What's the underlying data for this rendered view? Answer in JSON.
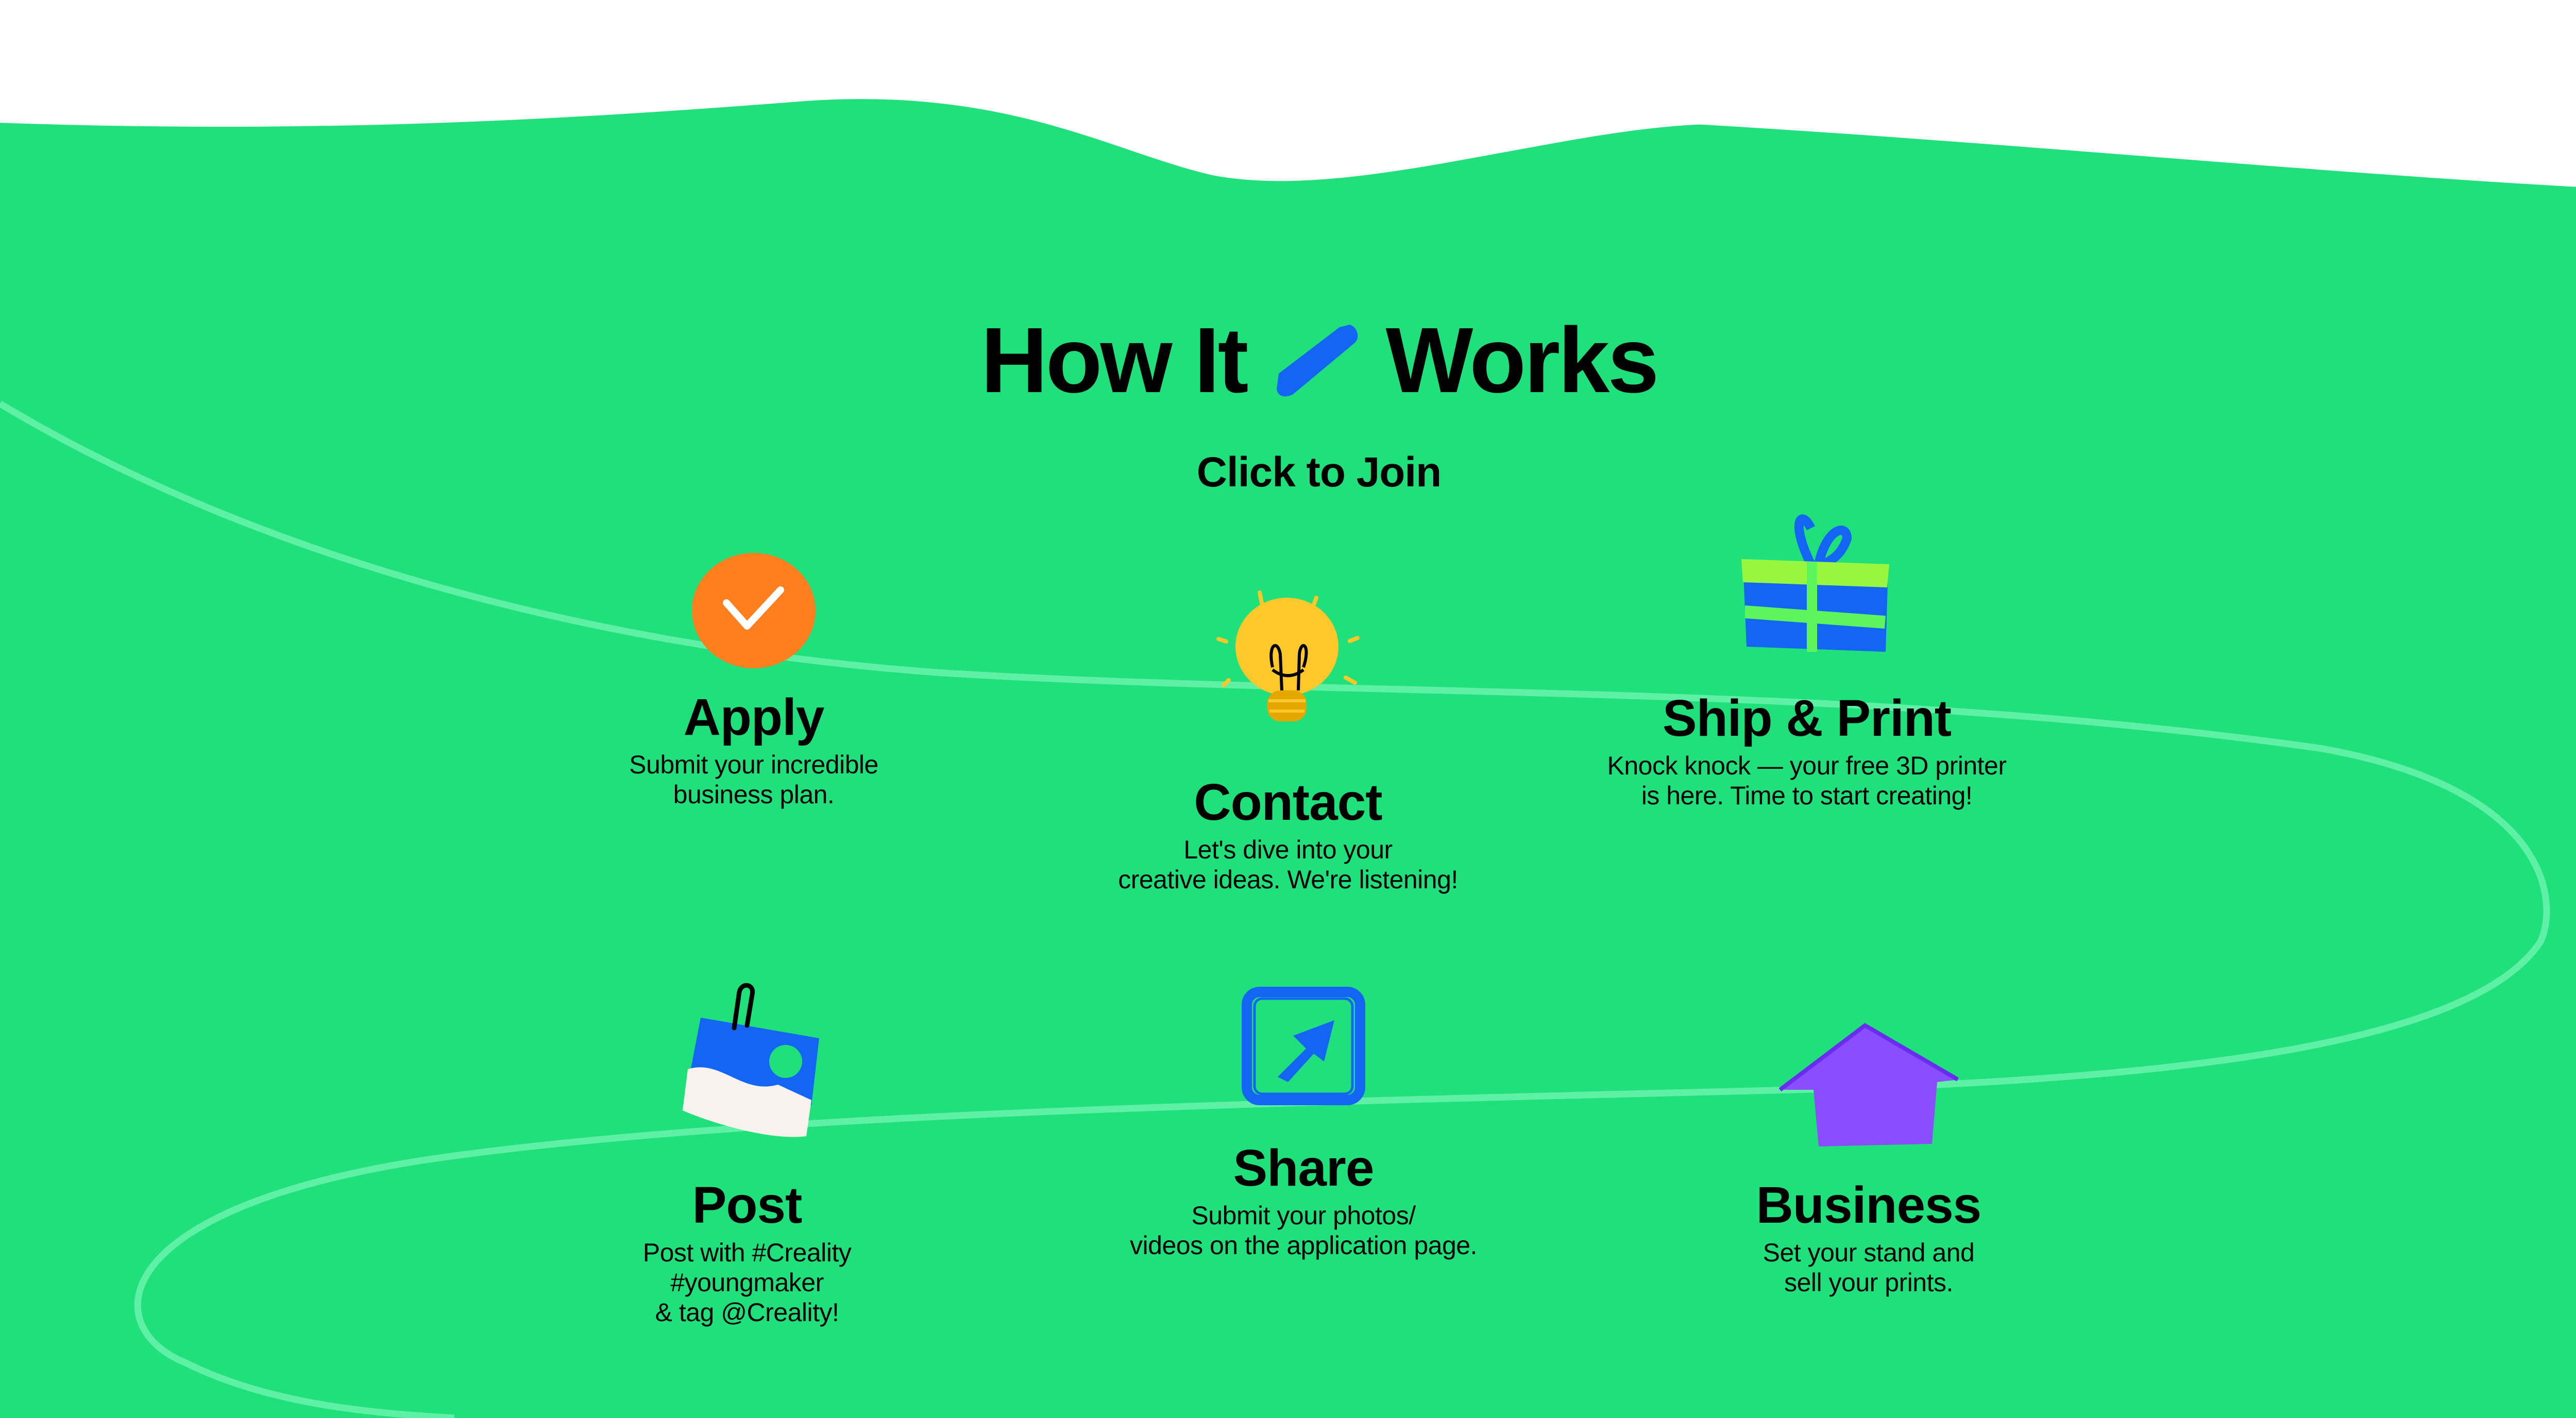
{
  "header": {
    "title_part1": "How It",
    "title_part2": "Works",
    "subtitle": "Click to Join"
  },
  "colors": {
    "background": "#20e07c",
    "path_line": "#5ef0a4",
    "accent_blue": "#1565f5",
    "orange": "#ff7f1e",
    "yellow": "#ffc82a",
    "purple": "#8a4dff",
    "lime": "#97f73e"
  },
  "steps": [
    {
      "icon": "checkmark-circle-icon",
      "title": "Apply",
      "lines": [
        "Submit your incredible",
        "business plan."
      ]
    },
    {
      "icon": "lightbulb-icon",
      "title": "Contact",
      "lines": [
        "Let's dive into your",
        "creative ideas. We're listening!"
      ]
    },
    {
      "icon": "gift-icon",
      "title": "Ship & Print",
      "lines": [
        "Knock knock — your free 3D printer",
        "is here. Time to start creating!"
      ]
    },
    {
      "icon": "photo-icon",
      "title": "Post",
      "lines": [
        "Post with #Creality",
        "#youngmaker",
        "& tag @Creality!"
      ]
    },
    {
      "icon": "share-arrow-icon",
      "title": "Share",
      "lines": [
        "Submit your photos/",
        "videos on the application page."
      ]
    },
    {
      "icon": "house-icon",
      "title": "Business",
      "lines": [
        "Set your stand and",
        "sell your prints."
      ]
    }
  ]
}
